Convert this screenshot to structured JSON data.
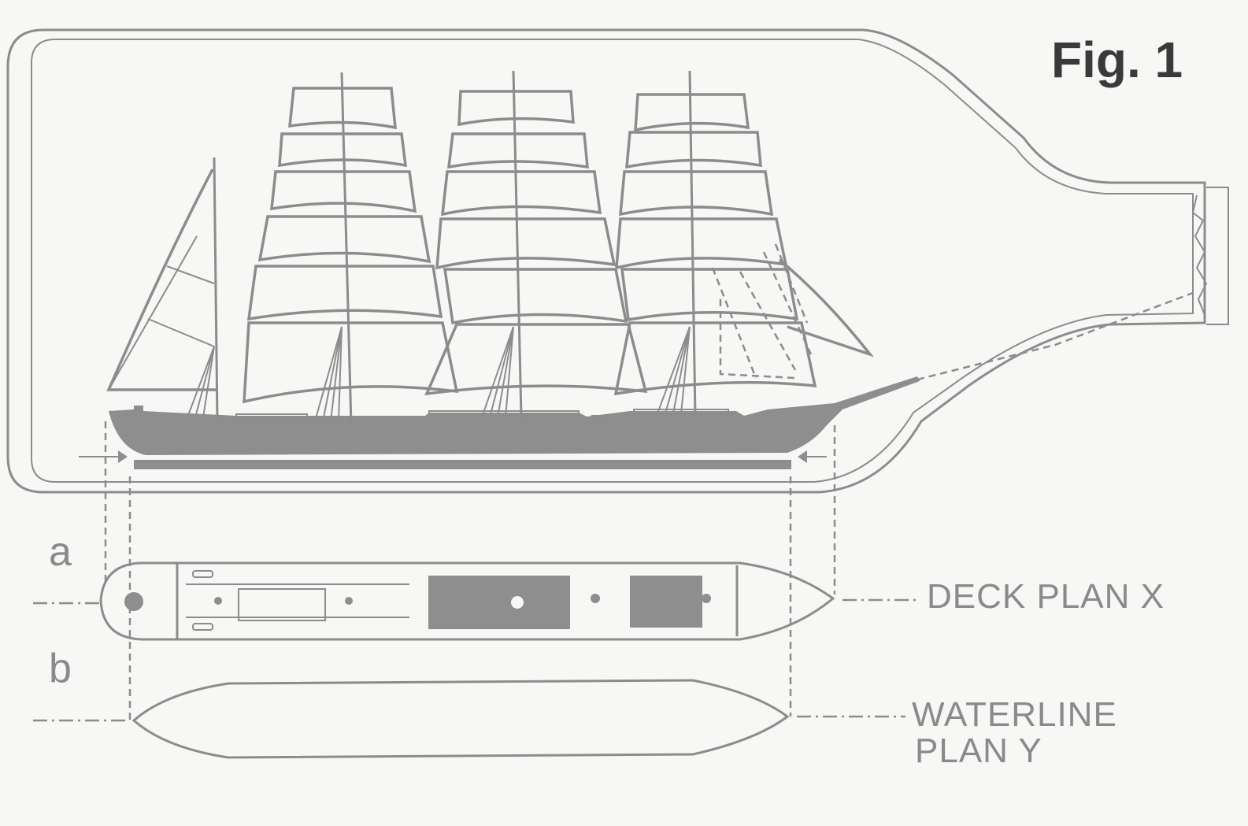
{
  "figure": {
    "title": "Fig. 1",
    "label_a": "a",
    "label_b": "b",
    "deck_plan_label": "DECK PLAN X",
    "waterline_plan_label_line1": "WATERLINE",
    "waterline_plan_label_line2": "PLAN Y"
  },
  "colors": {
    "line": "#8c8c8c",
    "fill": "#8e8e8e",
    "title": "#3a3a3a",
    "background": "#f7f7f5"
  }
}
